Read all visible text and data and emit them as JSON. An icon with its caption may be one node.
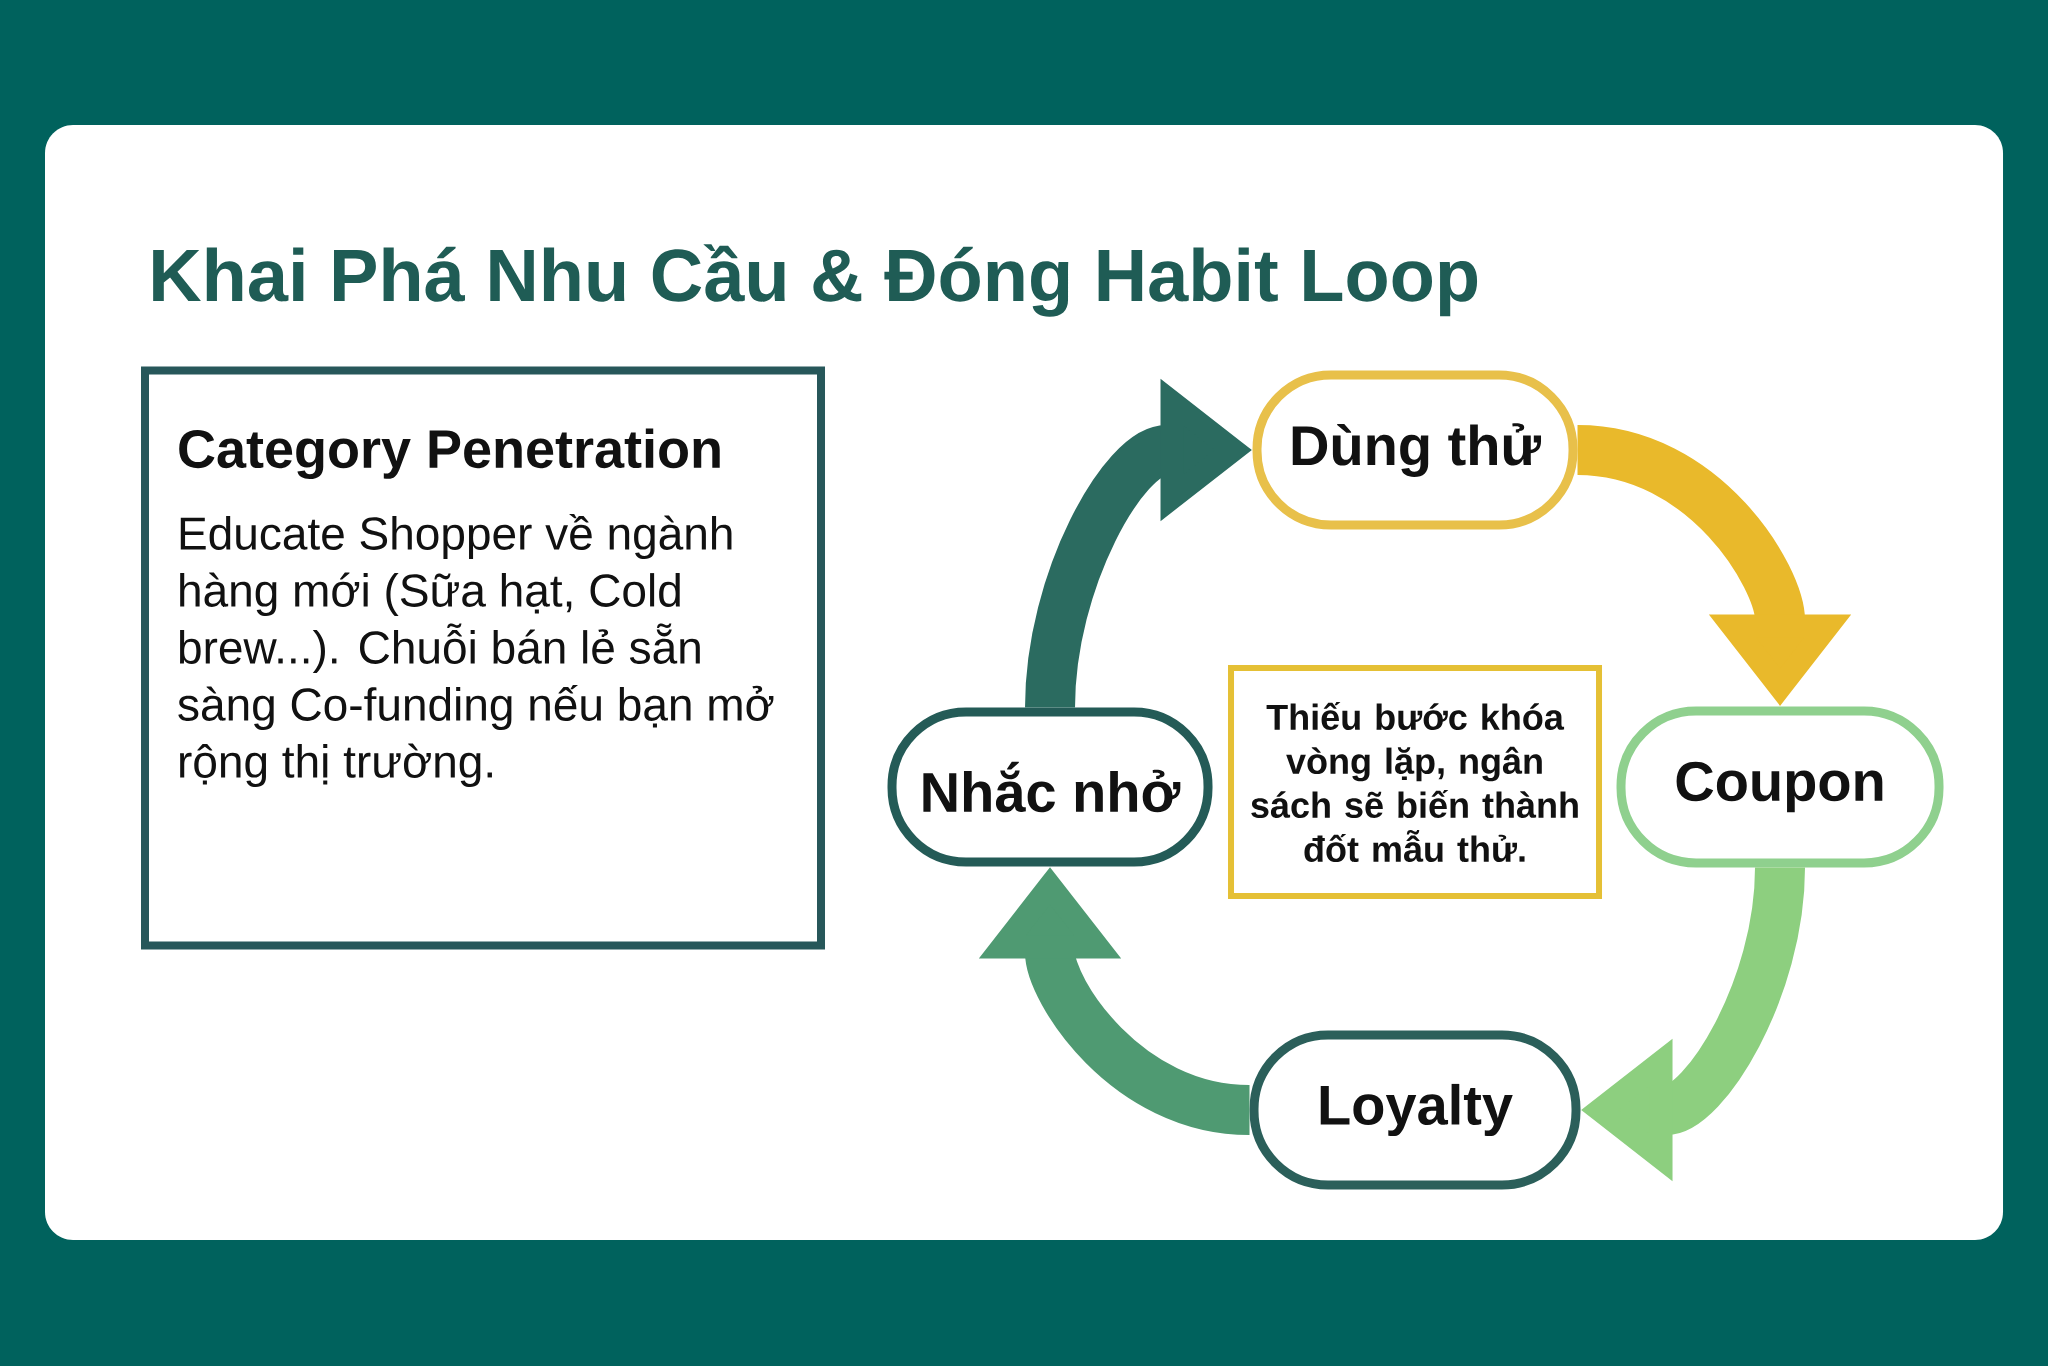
{
  "diagram": {
    "title": "Khai Phá Nhu Cầu & Đóng Habit Loop",
    "nodes": [
      {
        "text": [
          "Category Penetration",
          "Educate Shopper về ngành hàng mới (Sữa hạt, Cold brew...). Chuỗi bán lẻ sẵn sàng Co-funding nếu bạn mở rộng thị trường."
        ]
      },
      {
        "text": [
          "Dùng thử"
        ]
      },
      {
        "text": [
          "Nhắc nhở"
        ]
      },
      {
        "text": [
          "Thiếu bước khóa vòng lặp, ngân sách sẽ biến thành đốt mẫu thử."
        ]
      },
      {
        "text": [
          "Coupon"
        ]
      },
      {
        "text": [
          "Loyalty"
        ]
      }
    ],
    "edges": [
      {
        "from": 1,
        "to": 4,
        "arrow": "to",
        "color": "#e9b92b"
      },
      {
        "from": 4,
        "to": 5,
        "arrow": "to",
        "color": "#8dcf7f"
      },
      {
        "from": 5,
        "to": 2,
        "arrow": "to",
        "color": "#4f9a72"
      },
      {
        "from": 2,
        "to": 1,
        "arrow": "to",
        "color": "#2b6b60"
      }
    ]
  }
}
